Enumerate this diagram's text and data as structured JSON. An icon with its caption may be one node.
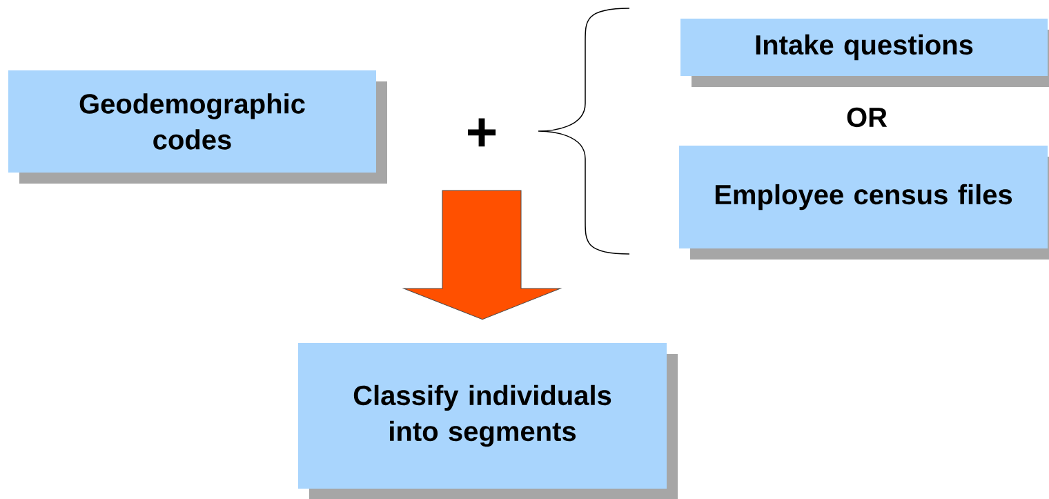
{
  "diagram": {
    "nodes": [
      {
        "text": [
          "Geodemographic codes"
        ]
      },
      {
        "text": [
          "Intake questions"
        ]
      },
      {
        "text": [
          "Employee census files"
        ]
      },
      {
        "text": [
          "Classify individuals into segments"
        ]
      }
    ],
    "edges": [
      {
        "from": null,
        "to": 3,
        "arrow": "to",
        "color": "#ff5000"
      }
    ],
    "labels": [
      "+",
      "OR"
    ]
  }
}
